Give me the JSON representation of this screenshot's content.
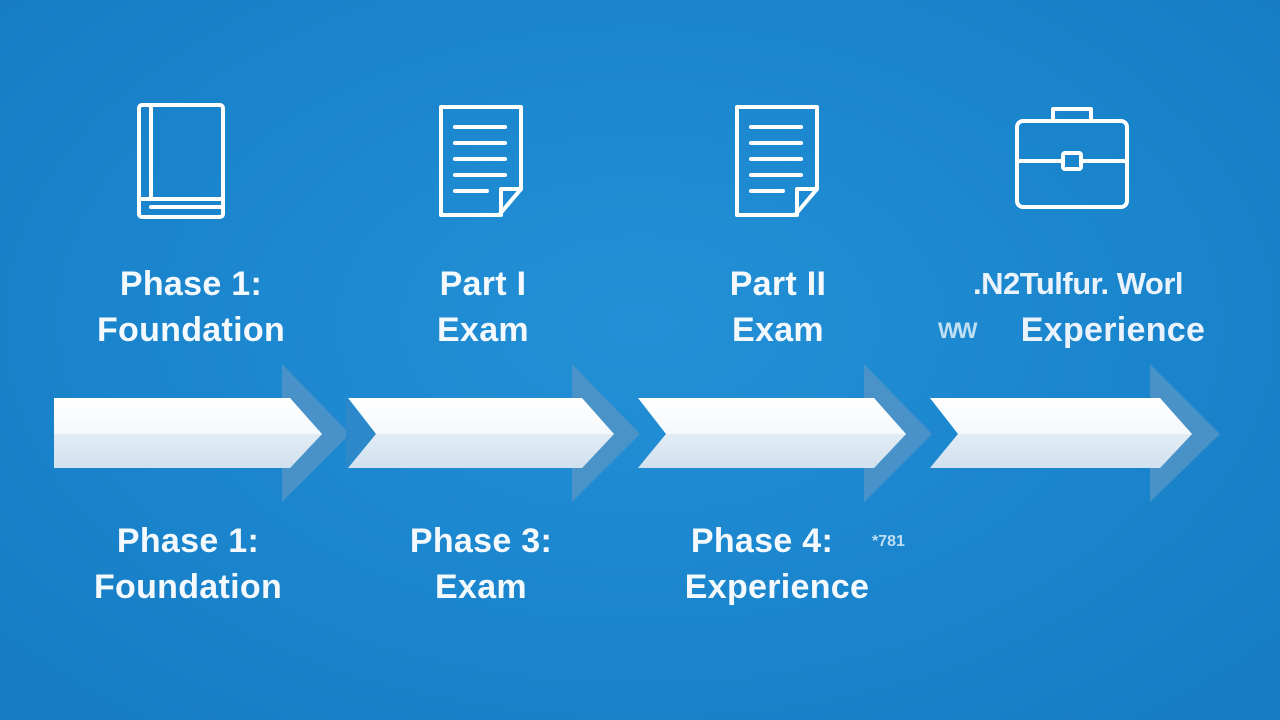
{
  "steps": [
    {
      "icon": "book-icon",
      "top_label": [
        "Phase 1:",
        "Foundation"
      ],
      "bottom_label": [
        "Phase 1:",
        "Foundation"
      ]
    },
    {
      "icon": "document-icon",
      "top_label": [
        "Part I",
        "Exam"
      ],
      "bottom_label": [
        "Phase 3:",
        "Exam"
      ]
    },
    {
      "icon": "document-icon",
      "top_label": [
        "Part II",
        "Exam"
      ],
      "bottom_label": [
        "Phase 4:",
        "Experience"
      ],
      "bottom_noise": "*781"
    },
    {
      "icon": "briefcase-icon",
      "top_label": [
        ".N2Tulfur. Worl",
        "Experience"
      ],
      "top_noise": "WW",
      "bottom_label": [
        "",
        ""
      ]
    }
  ],
  "colors": {
    "background": "#1a86cf",
    "arrow_face": "#ffffff",
    "arrow_shade": "#5f9fcf",
    "text": "#ffffff"
  }
}
